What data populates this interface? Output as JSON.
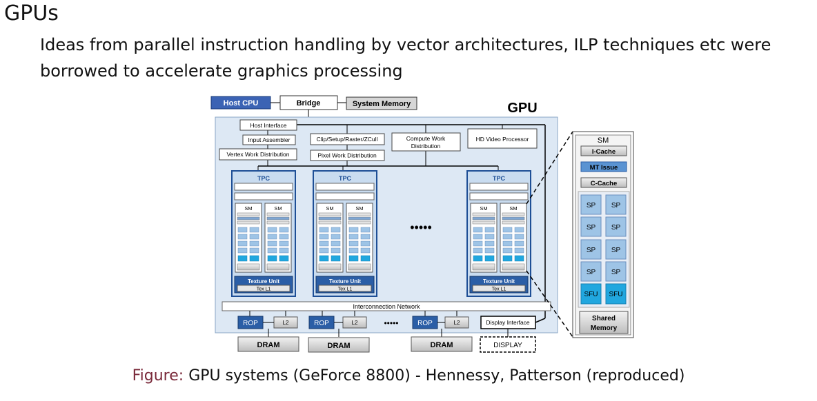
{
  "slide": {
    "title": "GPUs",
    "body": "Ideas from parallel instruction handling by vector architectures, ILP techniques etc were borrowed to accelerate graphics processing"
  },
  "diagram": {
    "host_cpu": "Host CPU",
    "bridge": "Bridge",
    "system_memory": "System Memory",
    "gpu_label": "GPU",
    "host_interface": "Host Interface",
    "input_assembler": "Input Assembler",
    "vertex_work": "Vertex Work Distribution",
    "clip_setup": "Clip/Setup/Raster/ZCull",
    "pixel_work": "Pixel Work Distribution",
    "compute_work": [
      "Compute Work",
      "Distribution"
    ],
    "hd_video": "HD Video Processor",
    "tpc_label": "TPC",
    "sm_label": "SM",
    "sp_label": "SP",
    "texture_unit": "Texture Unit",
    "tex_l1": "Tex L1",
    "ellipsis": "•••••",
    "interconnect": "Interconnection Network",
    "rop": "ROP",
    "l2": "L2",
    "display_interface": "Display Interface",
    "dram": "DRAM",
    "display": "DISPLAY",
    "sm_detail": {
      "title": "SM",
      "icache": "I-Cache",
      "mt_issue": "MT Issue",
      "ccache": "C-Cache",
      "sp": "SP",
      "sfu": "SFU",
      "shared_memory": [
        "Shared",
        "Memory"
      ]
    },
    "colors": {
      "host_cpu": "#3b63b4",
      "dark_blue": "#2b5ea6",
      "gpu_bg": "#dde8f4",
      "sp_fill": "#9ec4e6",
      "sfu_fill": "#21a7df",
      "gray_box": "#d0d0d0"
    }
  },
  "caption": {
    "label": "Figure:",
    "text": "GPU systems (GeForce 8800) - Hennessy, Patterson (reproduced)"
  }
}
